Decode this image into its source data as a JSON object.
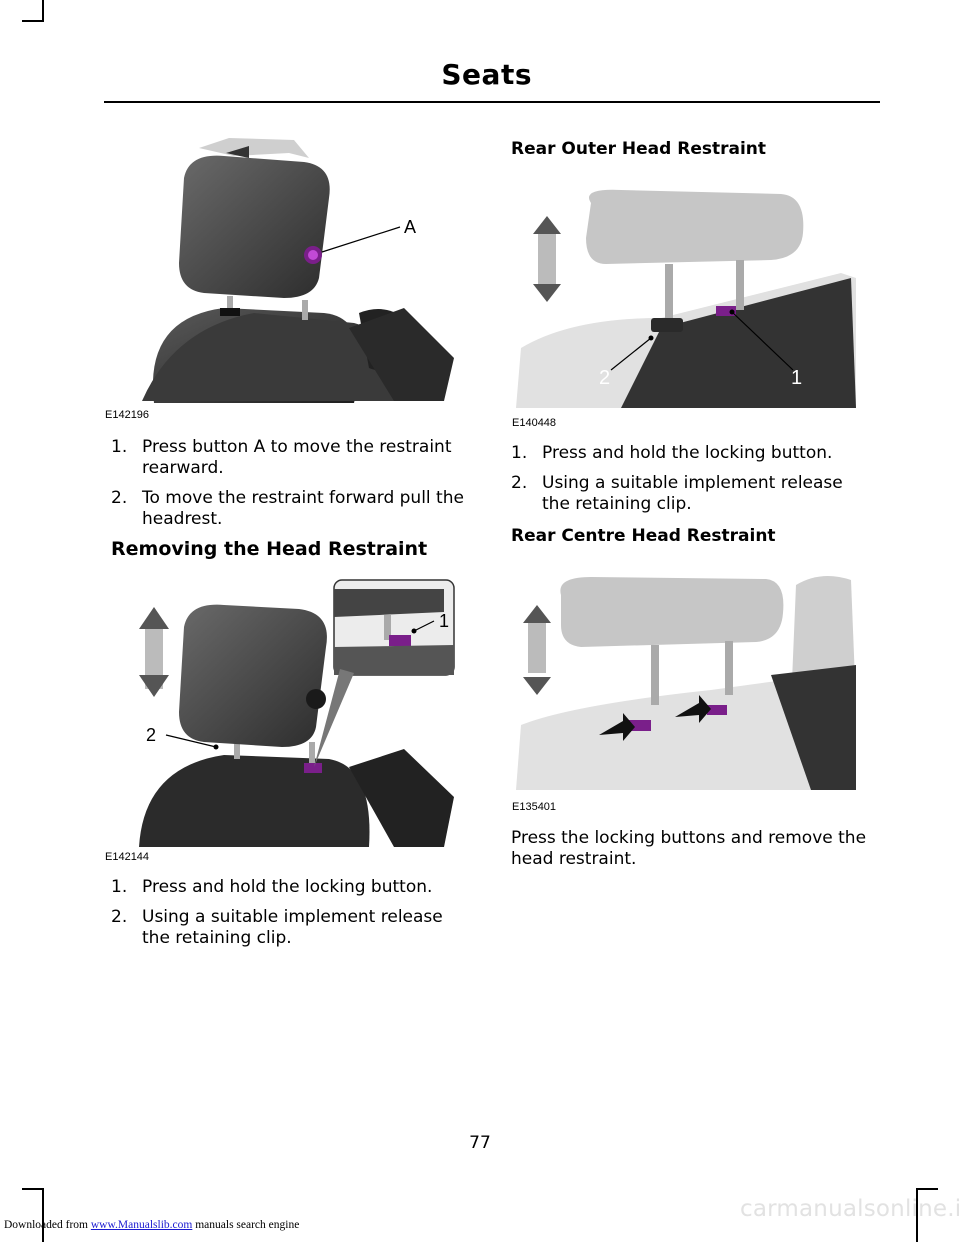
{
  "header": {
    "title": "Seats"
  },
  "figures": {
    "fig1": {
      "code": "E142196",
      "callout": "A"
    },
    "fig2": {
      "code": "E142144",
      "callout1": "1",
      "callout2": "2"
    },
    "fig3": {
      "code": "E140448",
      "callout1": "1",
      "callout2": "2"
    },
    "fig4": {
      "code": "E135401"
    }
  },
  "left": {
    "steps_adjust": [
      {
        "num": "1.",
        "text": "Press button A to move the restraint rearward."
      },
      {
        "num": "2.",
        "text": "To move the restraint forward pull the headrest."
      }
    ],
    "removing_heading": "Removing the Head Restraint",
    "steps_remove": [
      {
        "num": "1.",
        "text": "Press and hold the locking button."
      },
      {
        "num": "2.",
        "text": "Using a suitable implement release the retaining clip."
      }
    ]
  },
  "right": {
    "outer_heading": "Rear Outer Head Restraint",
    "steps_outer": [
      {
        "num": "1.",
        "text": "Press and hold the locking button."
      },
      {
        "num": "2.",
        "text": "Using a suitable implement release the retaining clip."
      }
    ],
    "centre_heading": "Rear Centre Head Restraint",
    "centre_text": "Press the locking buttons and remove the head restraint."
  },
  "page_number": "77",
  "footer": {
    "prefix": "Downloaded from ",
    "link": "www.Manualslib.com",
    "suffix": " manuals search engine"
  },
  "watermark": "carmanualsonline.info"
}
